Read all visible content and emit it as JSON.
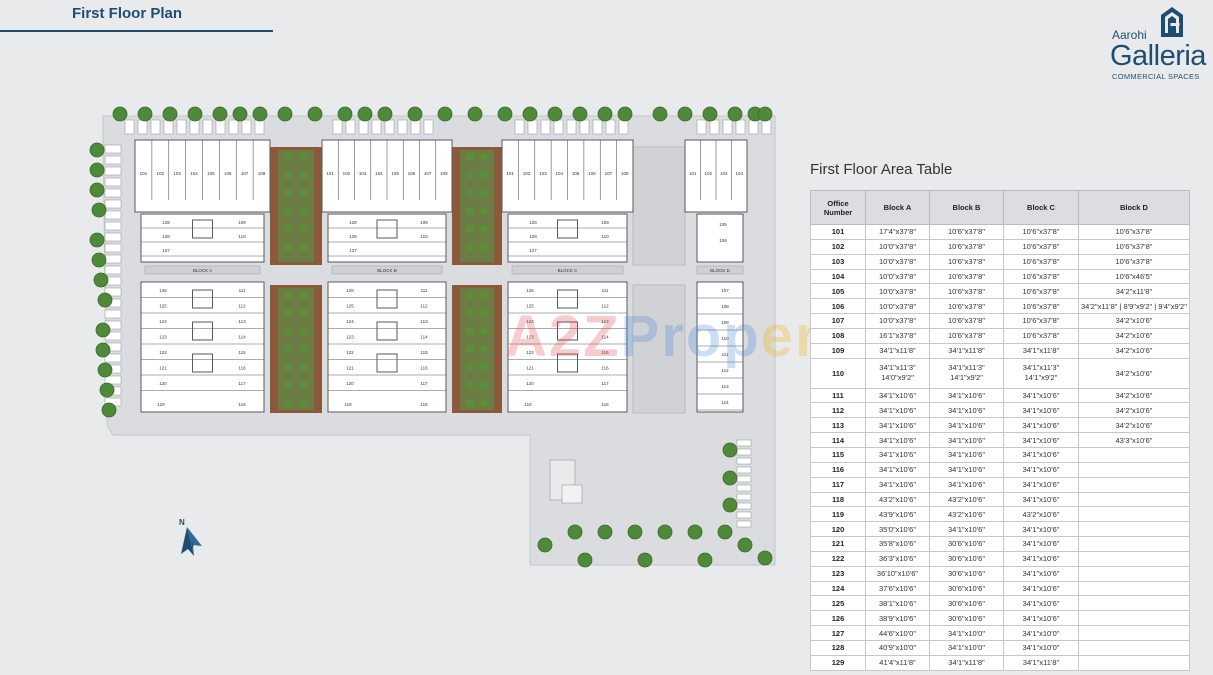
{
  "header": {
    "title": "First Floor Plan"
  },
  "brand": {
    "name_line1": "Aarohi",
    "name_line2": "Galleria",
    "tagline": "COMMERCIAL SPACES"
  },
  "north": {
    "label": "N"
  },
  "watermark": {
    "part1": "A2Z",
    "part2": "Prop",
    "part3": "erty"
  },
  "plan": {
    "block_labels": [
      "BLOCK A",
      "BLOCK B",
      "BLOCK C",
      "BLOCK D"
    ],
    "top_row_full": [
      "101",
      "102",
      "103",
      "104",
      "105",
      "106",
      "107",
      "108"
    ],
    "top_row_d": [
      "101",
      "102",
      "103",
      "104"
    ],
    "upper_left": [
      "128",
      "128",
      "127"
    ],
    "upper_right": [
      "109",
      "110"
    ],
    "lower_left": [
      "126",
      "125",
      "124",
      "123",
      "122",
      "121",
      "120"
    ],
    "lower_right": [
      "111",
      "112",
      "113",
      "114",
      "115",
      "116",
      "117"
    ],
    "bottom_pair": [
      "119",
      "118"
    ],
    "d_upper": [
      "105",
      "106"
    ],
    "d_lower": [
      "107",
      "108",
      "109",
      "110",
      "111",
      "112",
      "113",
      "114"
    ],
    "colors": {
      "wall": "#555a60",
      "floor": "#ffffff",
      "garden": "#6b7d45",
      "garden_border": "#8c5a3a",
      "road": "#dadcdf",
      "tree": "#4e8a3a"
    }
  },
  "table": {
    "title": "First Floor Area Table",
    "headers": {
      "office": "Office Number",
      "a": "Block A",
      "b": "Block B",
      "c": "Block C",
      "d": "Block D"
    },
    "rows": [
      {
        "no": "101",
        "a": "17'4\"x37'8\"",
        "b": "10'6\"x37'8\"",
        "c": "10'6\"x37'8\"",
        "d": "10'6\"x37'8\""
      },
      {
        "no": "102",
        "a": "10'0\"x37'8\"",
        "b": "10'6\"x37'8\"",
        "c": "10'6\"x37'8\"",
        "d": "10'6\"x37'8\""
      },
      {
        "no": "103",
        "a": "10'0\"x37'8\"",
        "b": "10'6\"x37'8\"",
        "c": "10'6\"x37'8\"",
        "d": "10'6\"x37'8\""
      },
      {
        "no": "104",
        "a": "10'0\"x37'8\"",
        "b": "10'6\"x37'8\"",
        "c": "10'6\"x37'8\"",
        "d": "10'6\"x46'5\""
      },
      {
        "no": "105",
        "a": "10'0\"x37'8\"",
        "b": "10'6\"x37'8\"",
        "c": "10'6\"x37'8\"",
        "d": "34'2\"x11'8\""
      },
      {
        "no": "106",
        "a": "10'0\"x37'8\"",
        "b": "10'6\"x37'8\"",
        "c": "10'6\"x37'8\"",
        "d": "34'2\"x11'8\" | 8'9\"x9'2\" | 9'4\"x9'2\""
      },
      {
        "no": "107",
        "a": "10'0\"x37'8\"",
        "b": "10'6\"x37'8\"",
        "c": "10'6\"x37'8\"",
        "d": "34'2\"x10'6\""
      },
      {
        "no": "108",
        "a": "16'1\"x37'8\"",
        "b": "10'6\"x37'8\"",
        "c": "10'6\"x37'8\"",
        "d": "34'2\"x10'6\""
      },
      {
        "no": "109",
        "a": "34'1\"x11'8\"",
        "b": "34'1\"x11'8\"",
        "c": "34'1\"x11'8\"",
        "d": "34'2\"x10'6\""
      },
      {
        "no": "110",
        "a": "34'1\"x11'3\"",
        "a2": "14'0\"x9'2\"",
        "b": "34'1\"x11'3\"",
        "b2": "14'1\"x9'2\"",
        "c": "34'1\"x11'3\"",
        "c2": "14'1\"x9'2\"",
        "d": "34'2\"x10'6\""
      },
      {
        "no": "111",
        "a": "34'1\"x10'6\"",
        "b": "34'1\"x10'6\"",
        "c": "34'1\"x10'6\"",
        "d": "34'2\"x10'6\""
      },
      {
        "no": "112",
        "a": "34'1\"x10'6\"",
        "b": "34'1\"x10'6\"",
        "c": "34'1\"x10'6\"",
        "d": "34'2\"x10'6\""
      },
      {
        "no": "113",
        "a": "34'1\"x10'6\"",
        "b": "34'1\"x10'6\"",
        "c": "34'1\"x10'6\"",
        "d": "34'2\"x10'6\""
      },
      {
        "no": "114",
        "a": "34'1\"x10'6\"",
        "b": "34'1\"x10'6\"",
        "c": "34'1\"x10'6\"",
        "d": "43'3\"x10'6\""
      },
      {
        "no": "115",
        "a": "34'1\"x10'6\"",
        "b": "34'1\"x10'6\"",
        "c": "34'1\"x10'6\"",
        "d": ""
      },
      {
        "no": "116",
        "a": "34'1\"x10'6\"",
        "b": "34'1\"x10'6\"",
        "c": "34'1\"x10'6\"",
        "d": ""
      },
      {
        "no": "117",
        "a": "34'1\"x10'6\"",
        "b": "34'1\"x10'6\"",
        "c": "34'1\"x10'6\"",
        "d": ""
      },
      {
        "no": "118",
        "a": "43'2\"x10'6\"",
        "b": "43'2\"x10'6\"",
        "c": "34'1\"x10'6\"",
        "d": ""
      },
      {
        "no": "119",
        "a": "43'9\"x10'6\"",
        "b": "43'2\"x10'6\"",
        "c": "43'2\"x10'6\"",
        "d": ""
      },
      {
        "no": "120",
        "a": "35'0\"x10'6\"",
        "b": "34'1\"x10'6\"",
        "c": "34'1\"x10'6\"",
        "d": ""
      },
      {
        "no": "121",
        "a": "35'8\"x10'6\"",
        "b": "30'6\"x10'6\"",
        "c": "34'1\"x10'6\"",
        "d": ""
      },
      {
        "no": "122",
        "a": "36'3\"x10'6\"",
        "b": "30'6\"x10'6\"",
        "c": "34'1\"x10'6\"",
        "d": ""
      },
      {
        "no": "123",
        "a": "36'10\"x10'6\"",
        "b": "30'6\"x10'6\"",
        "c": "34'1\"x10'6\"",
        "d": ""
      },
      {
        "no": "124",
        "a": "37'6\"x10'6\"",
        "b": "30'6\"x10'6\"",
        "c": "34'1\"x10'6\"",
        "d": ""
      },
      {
        "no": "125",
        "a": "38'1\"x10'6\"",
        "b": "30'6\"x10'6\"",
        "c": "34'1\"x10'6\"",
        "d": ""
      },
      {
        "no": "126",
        "a": "38'9\"x10'6\"",
        "b": "30'6\"x10'6\"",
        "c": "34'1\"x10'6\"",
        "d": ""
      },
      {
        "no": "127",
        "a": "44'6\"x10'0\"",
        "b": "34'1\"x10'0\"",
        "c": "34'1\"x10'0\"",
        "d": ""
      },
      {
        "no": "128",
        "a": "40'9\"x10'0\"",
        "b": "34'1\"x10'0\"",
        "c": "34'1\"x10'0\"",
        "d": ""
      },
      {
        "no": "129",
        "a": "41'4\"x11'8\"",
        "b": "34'1\"x11'8\"",
        "c": "34'1\"x11'8\"",
        "d": ""
      }
    ]
  }
}
